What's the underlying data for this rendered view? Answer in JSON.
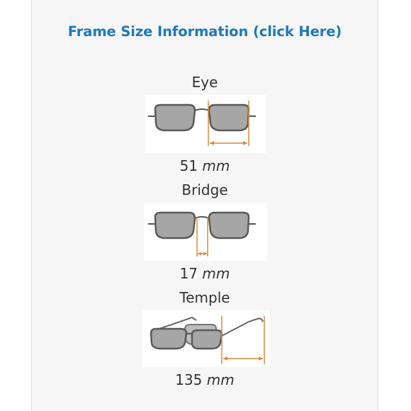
{
  "frame_link": "Frame Size Information (click Here)",
  "measurements": [
    {
      "label": "Eye",
      "value": "51",
      "unit": "mm"
    },
    {
      "label": "Bridge",
      "value": "17",
      "unit": "mm"
    },
    {
      "label": "Temple",
      "value": "135",
      "unit": "mm"
    }
  ],
  "colors": {
    "link": "#1f78b8",
    "measure_line": "#d98c3a",
    "lens": "#a6a6a6",
    "frame": "#555555"
  }
}
